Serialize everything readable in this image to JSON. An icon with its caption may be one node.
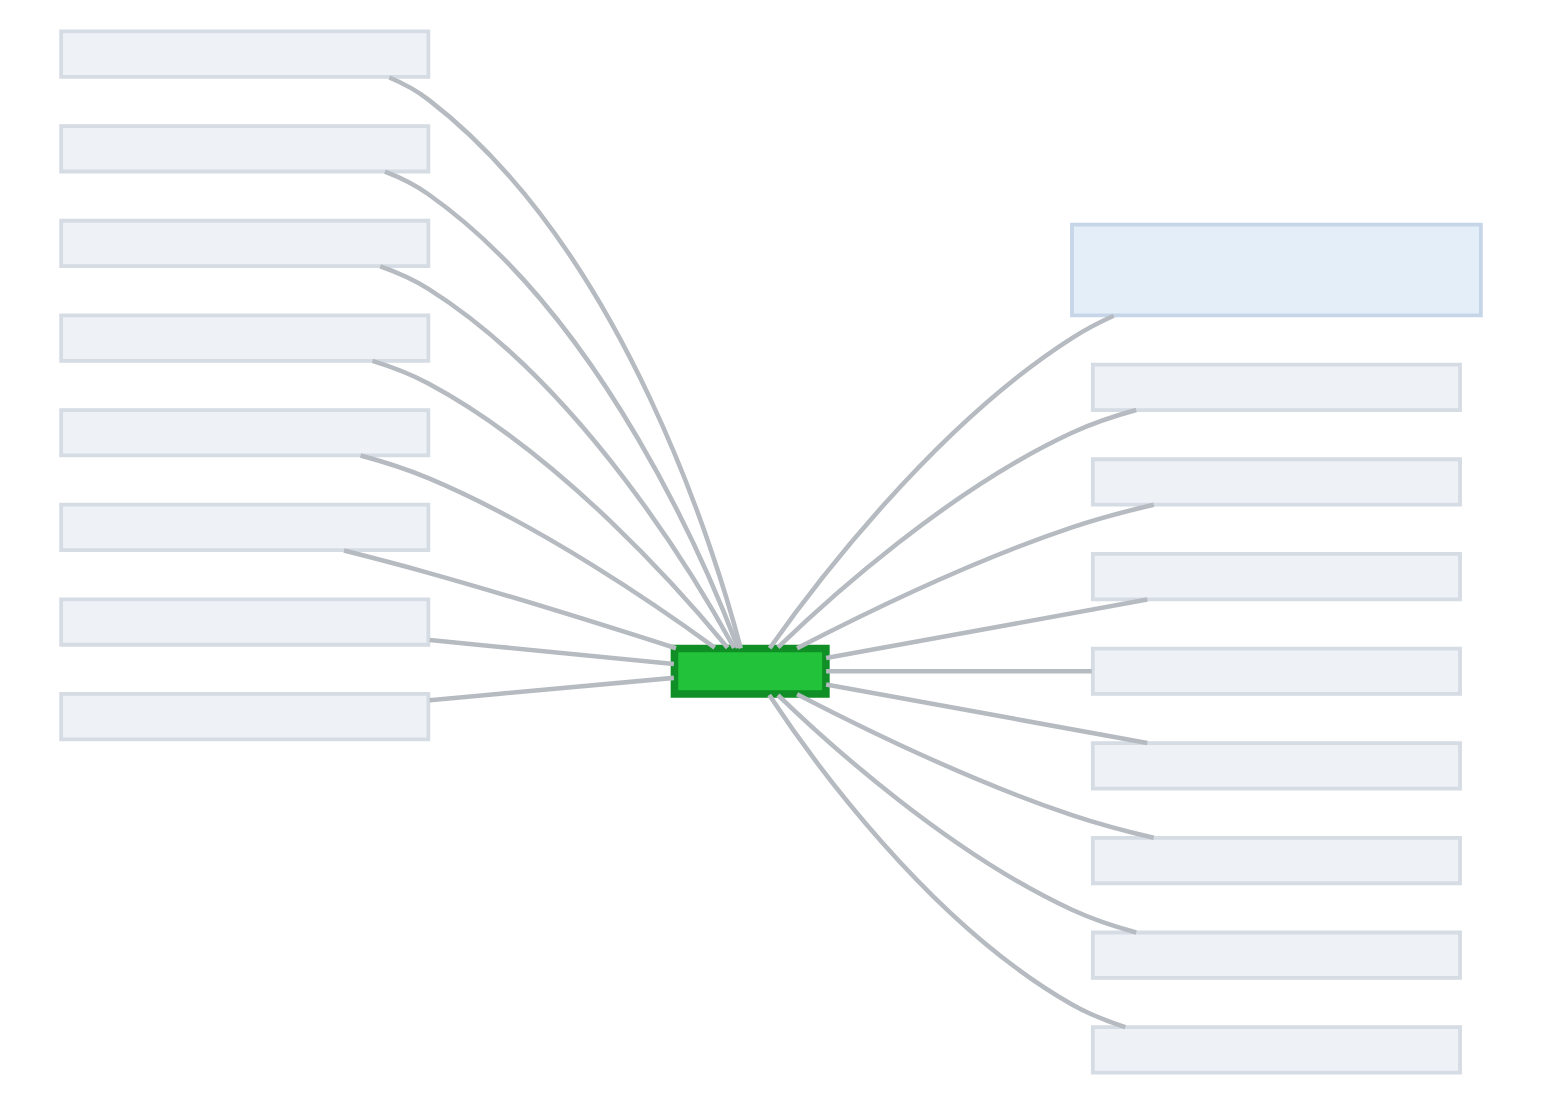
{
  "diagram": {
    "nodes": [
      {
        "text": [],
        "shape": "box"
      },
      {
        "text": [],
        "shape": "box"
      },
      {
        "text": [],
        "shape": "box"
      },
      {
        "text": [],
        "shape": "box"
      },
      {
        "text": [],
        "shape": "box"
      },
      {
        "text": [],
        "shape": "box"
      },
      {
        "text": [],
        "shape": "box"
      },
      {
        "text": [],
        "shape": "box"
      },
      {
        "text": [],
        "shape": "box"
      },
      {
        "text": [],
        "shape": "box"
      },
      {
        "text": [],
        "shape": "box"
      },
      {
        "text": [],
        "shape": "box"
      },
      {
        "text": [],
        "shape": "box"
      },
      {
        "text": [],
        "shape": "box"
      },
      {
        "text": [],
        "shape": "box"
      },
      {
        "text": [],
        "shape": "box"
      },
      {
        "text": [],
        "shape": "box"
      },
      {
        "text": [],
        "shape": "box"
      }
    ],
    "edges": [
      {
        "from": 0,
        "to": 1,
        "arrow": "none"
      },
      {
        "from": 0,
        "to": 2,
        "arrow": "none"
      },
      {
        "from": 0,
        "to": 3,
        "arrow": "none"
      },
      {
        "from": 0,
        "to": 4,
        "arrow": "none"
      },
      {
        "from": 0,
        "to": 5,
        "arrow": "none"
      },
      {
        "from": 0,
        "to": 6,
        "arrow": "none"
      },
      {
        "from": 0,
        "to": 7,
        "arrow": "none"
      },
      {
        "from": 0,
        "to": 8,
        "arrow": "none"
      },
      {
        "from": 0,
        "to": 9,
        "arrow": "none"
      },
      {
        "from": 0,
        "to": 10,
        "arrow": "none"
      },
      {
        "from": 0,
        "to": 11,
        "arrow": "none"
      },
      {
        "from": 0,
        "to": 12,
        "arrow": "none"
      },
      {
        "from": 0,
        "to": 13,
        "arrow": "none"
      },
      {
        "from": 0,
        "to": 14,
        "arrow": "none"
      },
      {
        "from": 0,
        "to": 15,
        "arrow": "none"
      },
      {
        "from": 0,
        "to": 16,
        "arrow": "none"
      },
      {
        "from": 0,
        "to": 17,
        "arrow": "none"
      }
    ]
  }
}
